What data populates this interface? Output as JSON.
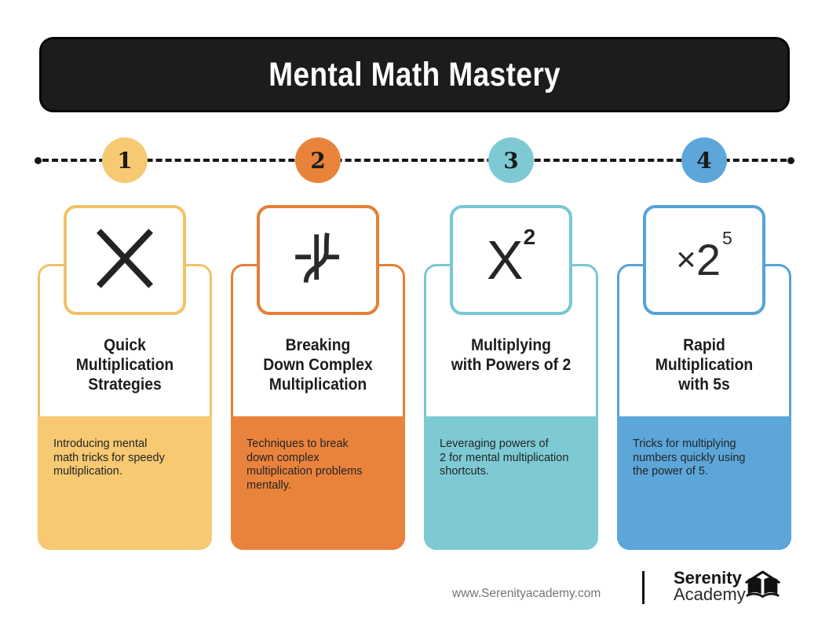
{
  "header": {
    "title": "Mental Math Mastery"
  },
  "cards": [
    {
      "number": "1",
      "accent_color": "#F0C268",
      "fill_color": "#F6C972",
      "icon": "multiplication-x-icon",
      "title": "Quick\nMultiplication\nStrategies",
      "description": "Introducing mental\nmath tricks for speedy\nmultiplication."
    },
    {
      "number": "2",
      "accent_color": "#E67F36",
      "fill_color": "#E9833C",
      "icon": "break-down-icon",
      "title": "Breaking\nDown Complex\nMultiplication",
      "description": "Techniques to break\ndown complex\nmultiplication problems\nmentally."
    },
    {
      "number": "3",
      "accent_color": "#78C7D5",
      "fill_color": "#7ECAD4",
      "icon": "x-squared-icon",
      "icon_text": {
        "base": "X",
        "exponent": "2"
      },
      "title": "Multiplying\nwith Powers of 2",
      "description": "Leveraging powers of\n2 for mental multiplication\nshortcuts."
    },
    {
      "number": "4",
      "accent_color": "#56A3D7",
      "fill_color": "#5CA6D9",
      "icon": "times-two-to-the-fifth-icon",
      "icon_text": {
        "times": "×",
        "base": "2",
        "exponent": "5"
      },
      "title": "Rapid\nMultiplication\nwith 5s",
      "description": "Tricks for multiplying\nnumbers quickly using\nthe power of 5."
    }
  ],
  "footer": {
    "website": "www.Serenityacademy.com",
    "brand_name_line1": "Serenity",
    "brand_name_line2": "Academy",
    "logo_icon": "open-book-icon"
  },
  "theme": {
    "banner_bg": "#1C1C1C",
    "banner_text": "#FFFFFF",
    "body_text": "#242424",
    "background": "#FFFFFF"
  }
}
